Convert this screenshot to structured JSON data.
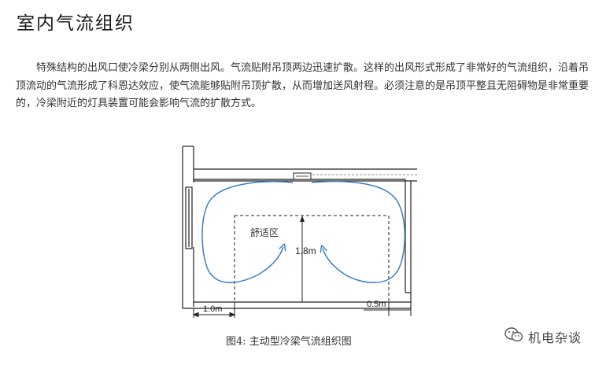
{
  "page": {
    "title": "室内气流组织",
    "paragraph": "特殊结构的出风口使冷梁分别从两侧出风。气流贴附吊顶两边迅速扩散。这样的出风形式形成了非常好的气流组织，沿着吊顶流动的气流形成了科恩达效应，使气流能够贴附吊顶扩散，从而增加送风射程。必须注意的是吊顶平整且无阻碍物是非常重要的，冷梁附近的灯具装置可能会影响气流的扩散方式。"
  },
  "figure": {
    "comfort_zone_label": "舒适区",
    "height_label": "1.8m",
    "left_dim_label": "1.0m",
    "right_dim_label": "0.5m",
    "airflow_color": "#3a7fc4",
    "line_color": "#222222",
    "caption": "图4: 主动型冷梁气流组织图"
  },
  "watermark": {
    "text": "机电杂谈",
    "icon": "wechat-icon"
  }
}
